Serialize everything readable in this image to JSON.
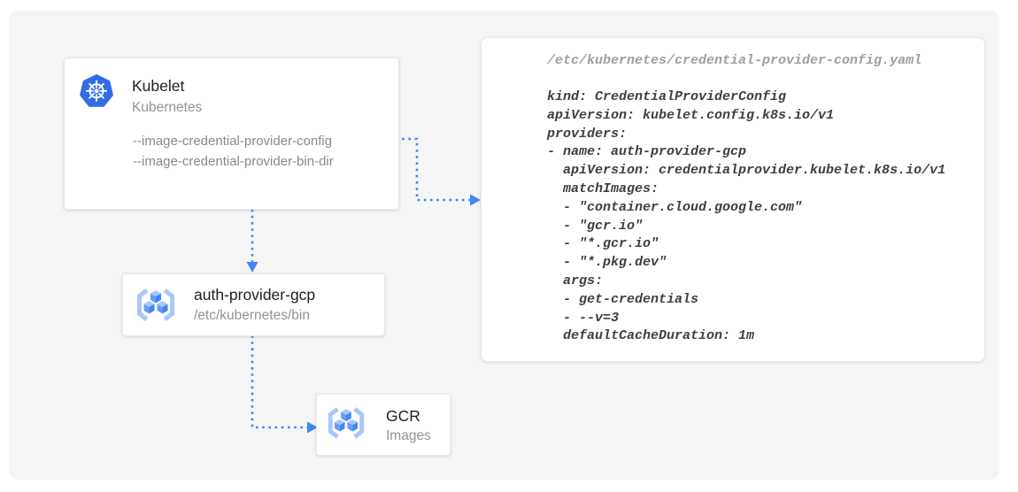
{
  "diagram": {
    "nodes": {
      "kubelet": {
        "title": "Kubelet",
        "subtitle": "Kubernetes",
        "icon": "kubernetes-icon",
        "flags": [
          "--image-credential-provider-config",
          "--image-credential-provider-bin-dir"
        ]
      },
      "auth_provider_gcp": {
        "title": "auth-provider-gcp",
        "subtitle": "/etc/kubernetes/bin",
        "icon": "gcr-icon"
      },
      "gcr": {
        "title": "GCR",
        "subtitle": "Images",
        "icon": "gcr-icon"
      }
    },
    "yaml_panel": {
      "filename": "/etc/kubernetes/credential-provider-config.yaml",
      "lines": [
        "kind: CredentialProviderConfig",
        "apiVersion: kubelet.config.k8s.io/v1",
        "providers:",
        "- name: auth-provider-gcp",
        "  apiVersion: credentialprovider.kubelet.k8s.io/v1",
        "  matchImages:",
        "  - \"container.cloud.google.com\"",
        "  - \"gcr.io\"",
        "  - \"*.gcr.io\"",
        "  - \"*.pkg.dev\"",
        "  args:",
        "  - get-credentials",
        "  - --v=3",
        "  defaultCacheDuration: 1m"
      ]
    },
    "arrows": [
      {
        "name": "arrow-config-flag-to-yaml",
        "from": "kubelet --image-credential-provider-config",
        "to": "yaml-panel"
      },
      {
        "name": "arrow-kubelet-to-auth-provider",
        "from": "kubelet",
        "to": "auth-provider-gcp"
      },
      {
        "name": "arrow-auth-provider-to-gcr",
        "from": "auth-provider-gcp",
        "to": "gcr"
      }
    ],
    "colors": {
      "background": "#f5f5f6",
      "arrow_blue": "#4285f4",
      "kubernetes_blue": "#326ce5",
      "gcr_bracket_blue": "#a8c7fa",
      "cube_top": "#a8c7fa",
      "cube_left": "#669df6",
      "cube_right": "#4285f4",
      "text_primary": "#212121",
      "text_secondary": "#8f9499",
      "code_text": "#3c4043",
      "code_filename": "#9aa0a6"
    }
  }
}
